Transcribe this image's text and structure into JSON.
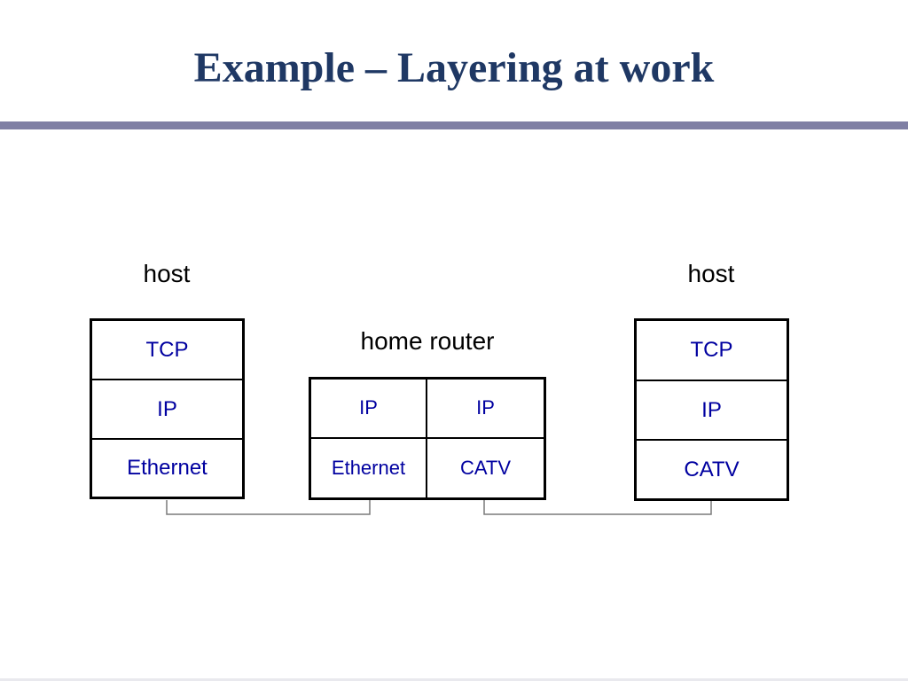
{
  "slide": {
    "title": "Example – Layering at work"
  },
  "diagram": {
    "left_host": {
      "label": "host",
      "layers": [
        "TCP",
        "IP",
        "Ethernet"
      ]
    },
    "router": {
      "label": "home router",
      "cells": {
        "top_left": "IP",
        "top_right": "IP",
        "bottom_left": "Ethernet",
        "bottom_right": "CATV"
      }
    },
    "right_host": {
      "label": "host",
      "layers": [
        "TCP",
        "IP",
        "CATV"
      ]
    }
  }
}
